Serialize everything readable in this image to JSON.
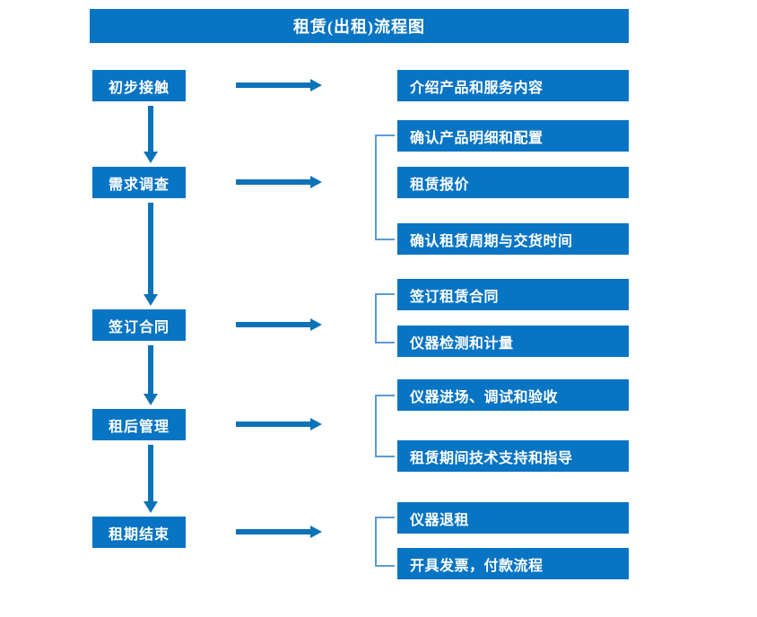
{
  "title": "租赁(出租)流程图",
  "theme": {
    "box_blue": "#0874C4",
    "arrow_blue": "#0D73B8",
    "bracket_blue": "#5B9BD5",
    "text_white": "#FFFFFF",
    "background": "#FFFFFF"
  },
  "stages": [
    {
      "label": "初步接触"
    },
    {
      "label": "需求调查"
    },
    {
      "label": "签订合同"
    },
    {
      "label": "租后管理"
    },
    {
      "label": "租期结束"
    }
  ],
  "details": {
    "group1": [
      {
        "label": "介绍产品和服务内容"
      }
    ],
    "group2": [
      {
        "label": "确认产品明细和配置"
      },
      {
        "label": "租赁报价"
      },
      {
        "label": "确认租赁周期与交货时间"
      }
    ],
    "group3": [
      {
        "label": "签订租赁合同"
      },
      {
        "label": "仪器检测和计量"
      }
    ],
    "group4": [
      {
        "label": "仪器进场、调试和验收"
      },
      {
        "label": "租赁期间技术支持和指导"
      }
    ],
    "group5": [
      {
        "label": "仪器退租"
      },
      {
        "label": "开具发票，付款流程"
      }
    ]
  }
}
